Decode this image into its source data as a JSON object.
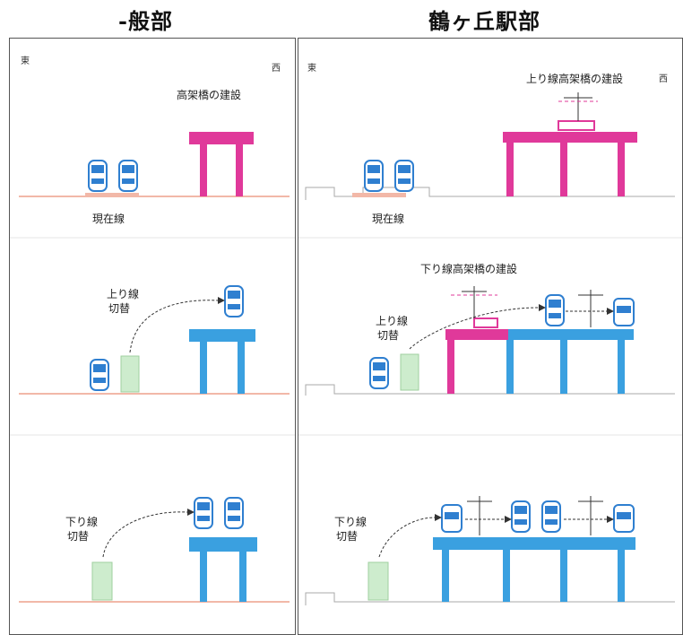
{
  "titles": {
    "left": "-般部",
    "right": "鶴ヶ丘駅部"
  },
  "directions": {
    "east": "東",
    "west": "西"
  },
  "left_panel": {
    "stage1": {
      "viaduct_label": "高架橋の建設",
      "current_line_label": "現在線"
    },
    "stage2": {
      "switch_label_1": "上り線",
      "switch_label_2": "切替"
    },
    "stage3": {
      "switch_label_1": "下り線",
      "switch_label_2": "切替"
    }
  },
  "right_panel": {
    "stage1": {
      "viaduct_label": "上り線高架橋の建設",
      "current_line_label": "現在線"
    },
    "stage2": {
      "viaduct_label": "下り線高架橋の建設",
      "switch_label_1": "上り線",
      "switch_label_2": "切替"
    },
    "stage3": {
      "switch_label_1": "下り線",
      "switch_label_2": "切替"
    }
  },
  "colors": {
    "new_construction": "#e0399a",
    "completed_structure": "#3aa0e0",
    "train": "#2f7fd0",
    "ground": "#f2b8a8",
    "temporary": "#cdeccd"
  }
}
